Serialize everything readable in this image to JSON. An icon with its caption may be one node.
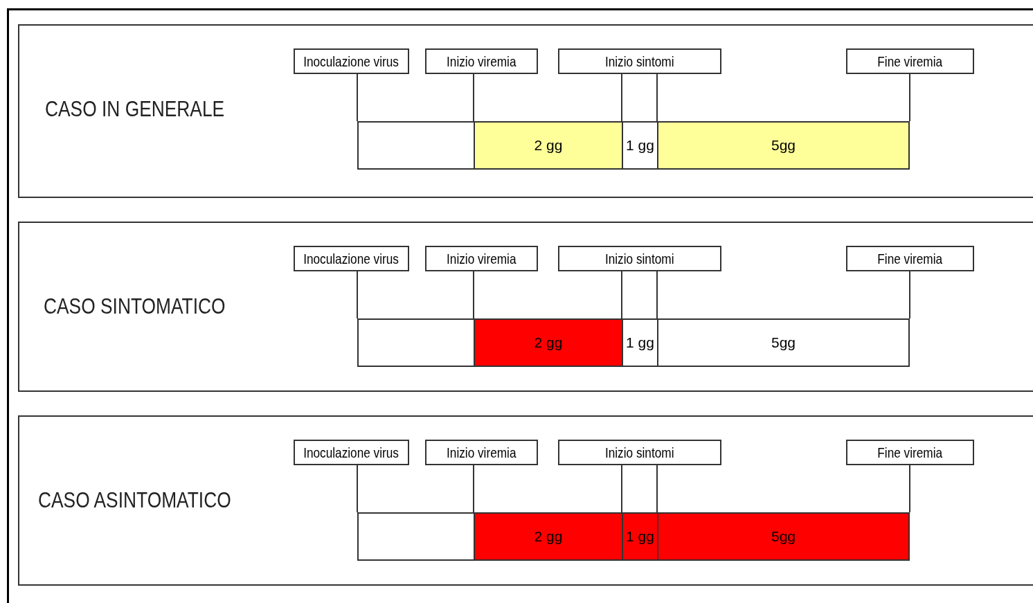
{
  "diagram": {
    "nodes": [
      {
        "text": [
          "CASO IN GENERALE"
        ]
      },
      {
        "text": [
          "Inoculazione virus"
        ],
        "in": 0
      },
      {
        "text": [
          "Inizio viremia"
        ],
        "in": 0
      },
      {
        "text": [
          "Inizio sintomi"
        ],
        "in": 0
      },
      {
        "text": [
          "Fine viremia"
        ],
        "in": 0
      },
      {
        "text": [],
        "shape": "box",
        "in": 0
      },
      {
        "text": [
          "2 gg"
        ],
        "in": 0
      },
      {
        "text": [
          "1 gg"
        ],
        "in": 0
      },
      {
        "text": [
          "5gg"
        ],
        "in": 0
      },
      {
        "text": [
          "CASO SINTOMATICO"
        ]
      },
      {
        "text": [
          "Inoculazione virus"
        ],
        "in": 9
      },
      {
        "text": [
          "Inizio viremia"
        ],
        "in": 9
      },
      {
        "text": [
          "Inizio sintomi"
        ],
        "in": 9
      },
      {
        "text": [
          "Fine viremia"
        ],
        "in": 9
      },
      {
        "text": [],
        "shape": "box",
        "in": 9
      },
      {
        "text": [
          "2 gg"
        ],
        "in": 9
      },
      {
        "text": [
          "1 gg"
        ],
        "in": 9
      },
      {
        "text": [
          "5gg"
        ],
        "in": 9
      },
      {
        "text": [
          "CASO ASINTOMATICO"
        ]
      },
      {
        "text": [
          "Inoculazione virus"
        ],
        "in": 18
      },
      {
        "text": [
          "Inizio viremia"
        ],
        "in": 18
      },
      {
        "text": [
          "Inizio sintomi"
        ],
        "in": 18
      },
      {
        "text": [
          "Fine viremia"
        ],
        "in": 18
      },
      {
        "text": [],
        "shape": "box",
        "in": 18
      },
      {
        "text": [
          "2 gg"
        ],
        "in": 18
      },
      {
        "text": [
          "1 gg"
        ],
        "in": 18
      },
      {
        "text": [
          "5gg"
        ],
        "in": 18
      }
    ],
    "edges": [
      {
        "from": 1,
        "to": 5,
        "arrow": "none"
      },
      {
        "from": 2,
        "to": 6,
        "arrow": "none"
      },
      {
        "from": 3,
        "to": 7,
        "arrow": "none"
      },
      {
        "from": 3,
        "to": 7,
        "arrow": "none"
      },
      {
        "from": 4,
        "to": 8,
        "arrow": "none"
      },
      {
        "from": 10,
        "to": 14,
        "arrow": "none"
      },
      {
        "from": 11,
        "to": 15,
        "arrow": "none"
      },
      {
        "from": 12,
        "to": 16,
        "arrow": "none"
      },
      {
        "from": 12,
        "to": 16,
        "arrow": "none"
      },
      {
        "from": 13,
        "to": 17,
        "arrow": "none"
      },
      {
        "from": 19,
        "to": 23,
        "arrow": "none"
      },
      {
        "from": 20,
        "to": 24,
        "arrow": "none"
      },
      {
        "from": 21,
        "to": 25,
        "arrow": "none"
      },
      {
        "from": 21,
        "to": 25,
        "arrow": "none"
      },
      {
        "from": 22,
        "to": 26,
        "arrow": "none"
      }
    ]
  }
}
